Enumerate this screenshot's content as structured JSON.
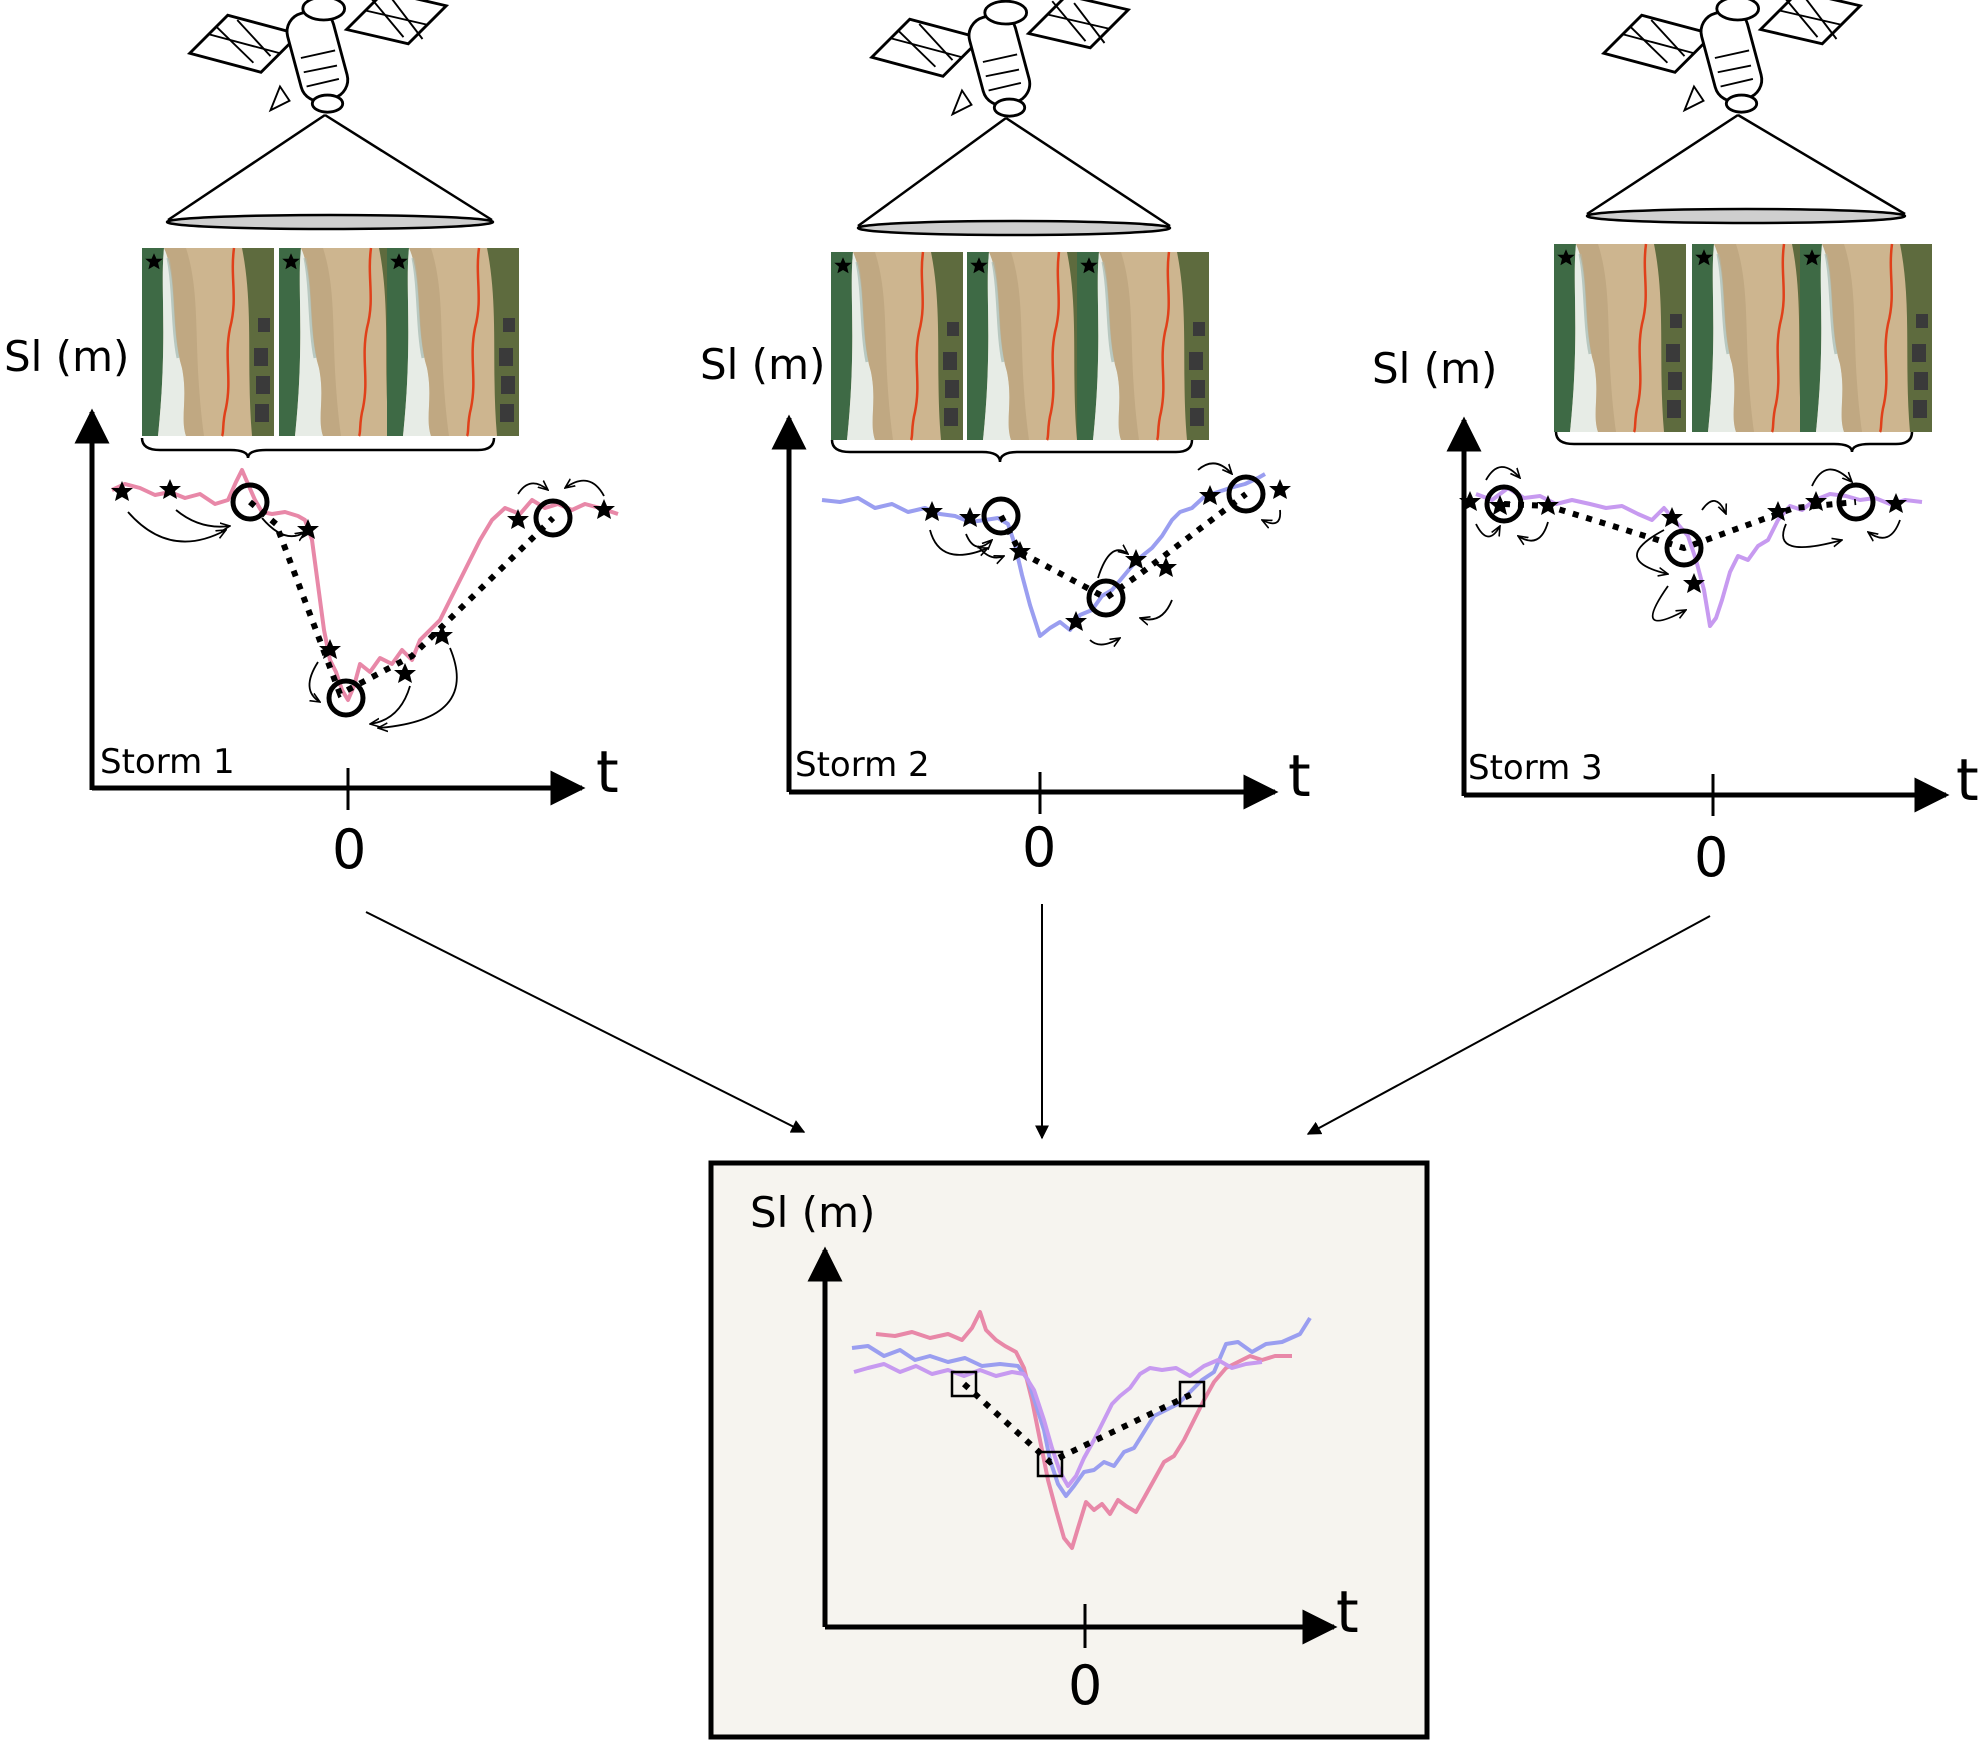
{
  "panels": [
    {
      "storm_label": "Storm 1",
      "y_label": "Sl (m)",
      "t_label": "t",
      "zero_label": "0",
      "curve_color": "#e888a8"
    },
    {
      "storm_label": "Storm 2",
      "y_label": "Sl (m)",
      "t_label": "t",
      "zero_label": "0",
      "curve_color": "#9a9ef0"
    },
    {
      "storm_label": "Storm 3",
      "y_label": "Sl (m)",
      "t_label": "t",
      "zero_label": "0",
      "curve_color": "#c79af0"
    }
  ],
  "combined": {
    "y_label": "Sl (m)",
    "t_label": "t",
    "zero_label": "0"
  },
  "colors": {
    "storm1": "#e888a8",
    "storm2": "#9a9ef0",
    "storm3": "#c79af0",
    "box_bg": "#f6f4ef",
    "sand": "#c9a27a",
    "sea": "#3f6b45",
    "shoreline": "#e0401a"
  },
  "icons": [
    "satellite-icon",
    "beach-image-icon",
    "star-marker-icon",
    "circle-marker-icon",
    "square-marker-icon"
  ]
}
